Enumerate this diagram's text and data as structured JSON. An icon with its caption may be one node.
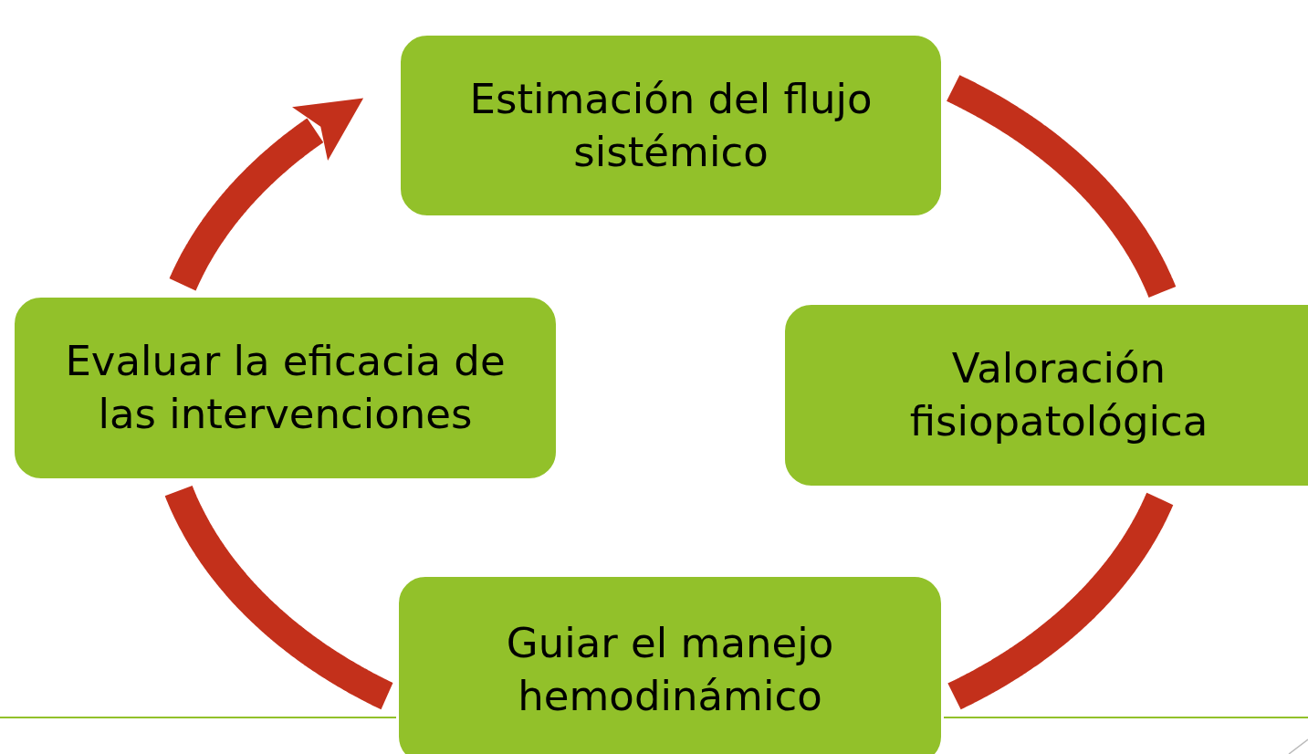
{
  "diagram": {
    "nodes": [
      {
        "text": [
          "Estimación del flujo sistémico"
        ]
      },
      {
        "text": [
          "Valoración fisiopatológica"
        ]
      },
      {
        "text": [
          "Guiar el manejo hemodinámico"
        ]
      },
      {
        "text": [
          "Evaluar la eficacia de las intervenciones"
        ]
      }
    ],
    "edges": [
      {
        "from": 0,
        "to": 1,
        "arrow": "none"
      },
      {
        "from": 1,
        "to": 2,
        "arrow": "none"
      },
      {
        "from": 2,
        "to": 3,
        "arrow": "none"
      },
      {
        "from": 3,
        "to": 0,
        "arrow": "to"
      }
    ]
  }
}
